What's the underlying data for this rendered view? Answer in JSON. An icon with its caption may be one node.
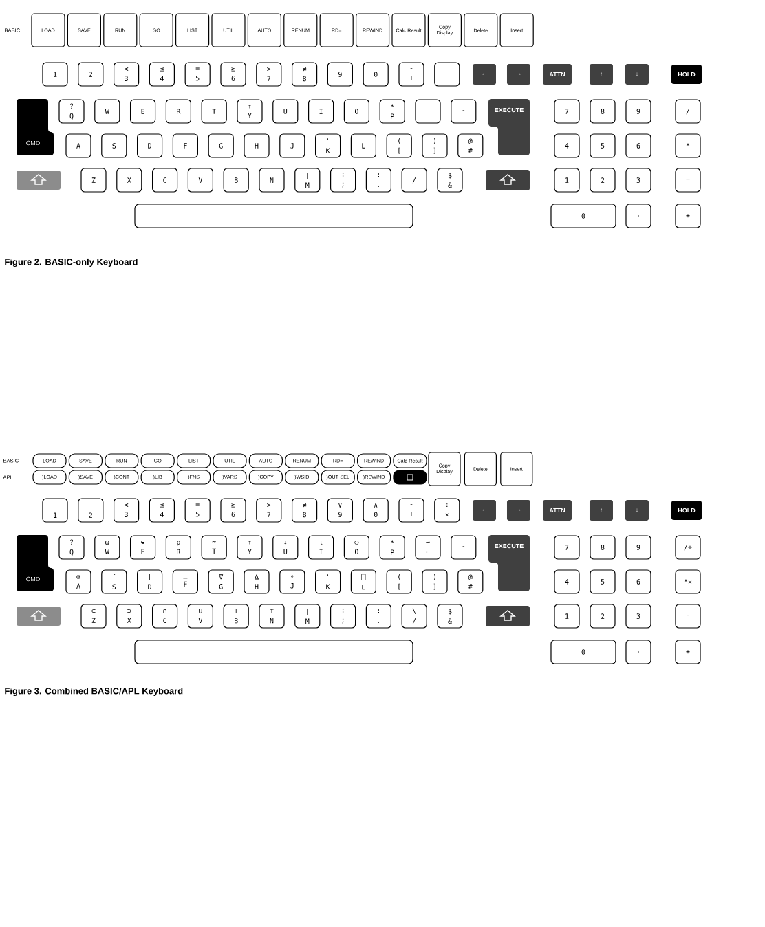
{
  "diagram": {
    "nodes": [
      {
        "text": [
          "LOAD"
        ]
      },
      {
        "text": [
          "SAVE"
        ]
      },
      {
        "text": [
          "RUN"
        ]
      },
      {
        "text": [
          "GO"
        ]
      },
      {
        "text": [
          "LIST"
        ]
      },
      {
        "text": [
          "UTIL"
        ]
      },
      {
        "text": [
          "AUTO"
        ]
      },
      {
        "text": [
          "RENUM"
        ]
      },
      {
        "text": [
          "RD="
        ]
      },
      {
        "text": [
          "REWIND"
        ]
      },
      {
        "text": [
          "Calc Result"
        ]
      },
      {
        "text": [
          "Copy Display"
        ]
      },
      {
        "text": [
          "Delete"
        ]
      },
      {
        "text": [
          "Insert"
        ]
      },
      {
        "text": [
          "1"
        ]
      },
      {
        "text": [
          "2"
        ]
      },
      {
        "text": [
          "<",
          "3"
        ]
      },
      {
        "text": [
          "≤",
          "4"
        ]
      },
      {
        "text": [
          "=",
          "5"
        ]
      },
      {
        "text": [
          "≥",
          "6"
        ]
      },
      {
        "text": [
          ">",
          "7"
        ]
      },
      {
        "text": [
          "≠",
          "8"
        ]
      },
      {
        "text": [
          "9"
        ]
      },
      {
        "text": [
          "0"
        ]
      },
      {
        "text": [
          "-",
          "+"
        ]
      },
      {
        "text": [],
        "shape": "box"
      },
      {
        "text": [
          "←"
        ]
      },
      {
        "text": [
          "→"
        ]
      },
      {
        "text": [
          "ATTN"
        ]
      },
      {
        "text": [
          "↑"
        ]
      },
      {
        "text": [
          "↓"
        ]
      },
      {
        "text": [
          "HOLD"
        ]
      },
      {
        "text": [
          "CMD"
        ]
      },
      {
        "text": [
          "?",
          "Q"
        ]
      },
      {
        "text": [
          "W"
        ]
      },
      {
        "text": [
          "E"
        ]
      },
      {
        "text": [
          "R"
        ]
      },
      {
        "text": [
          "T"
        ]
      },
      {
        "text": [
          "↑",
          "Y"
        ]
      },
      {
        "text": [
          "U"
        ]
      },
      {
        "text": [
          "I"
        ]
      },
      {
        "text": [
          "O"
        ]
      },
      {
        "text": [
          "*",
          "P"
        ]
      },
      {
        "text": [],
        "shape": "box"
      },
      {
        "text": [
          "-"
        ]
      },
      {
        "text": [
          "EXECUTE"
        ]
      },
      {
        "text": [
          "7"
        ]
      },
      {
        "text": [
          "8"
        ]
      },
      {
        "text": [
          "9"
        ]
      },
      {
        "text": [
          "/"
        ]
      },
      {
        "text": [
          "A"
        ]
      },
      {
        "text": [
          "S"
        ]
      },
      {
        "text": [
          "D"
        ]
      },
      {
        "text": [
          "F"
        ]
      },
      {
        "text": [
          "G"
        ]
      },
      {
        "text": [
          "H"
        ]
      },
      {
        "text": [
          "J"
        ]
      },
      {
        "text": [
          "'",
          "K"
        ]
      },
      {
        "text": [
          "L"
        ]
      },
      {
        "text": [
          "(",
          "["
        ]
      },
      {
        "text": [
          ")",
          "]"
        ]
      },
      {
        "text": [
          "@",
          "#"
        ]
      },
      {
        "text": [
          "4"
        ]
      },
      {
        "text": [
          "5"
        ]
      },
      {
        "text": [
          "6"
        ]
      },
      {
        "text": [
          "*"
        ]
      },
      {
        "text": [],
        "shape": "box"
      },
      {
        "text": [
          "Z"
        ]
      },
      {
        "text": [
          "X"
        ]
      },
      {
        "text": [
          "C"
        ]
      },
      {
        "text": [
          "V"
        ]
      },
      {
        "text": [
          "B"
        ]
      },
      {
        "text": [
          "N"
        ]
      },
      {
        "text": [
          "|",
          "M"
        ]
      },
      {
        "text": [
          ":",
          ";"
        ]
      },
      {
        "text": [
          ":",
          "."
        ]
      },
      {
        "text": [
          "/"
        ]
      },
      {
        "text": [
          "$",
          "&"
        ]
      },
      {
        "text": [],
        "shape": "box"
      },
      {
        "text": [
          "1"
        ]
      },
      {
        "text": [
          "2"
        ]
      },
      {
        "text": [
          "3"
        ]
      },
      {
        "text": [
          "−"
        ]
      },
      {
        "text": [],
        "shape": "box"
      },
      {
        "text": [
          "0"
        ]
      },
      {
        "text": [
          "."
        ]
      },
      {
        "text": [
          "+"
        ]
      },
      {
        "text": [
          "LOAD"
        ]
      },
      {
        "text": [
          "SAVE"
        ]
      },
      {
        "text": [
          "RUN"
        ]
      },
      {
        "text": [
          "GO"
        ]
      },
      {
        "text": [
          "LIST"
        ]
      },
      {
        "text": [
          "UTIL"
        ]
      },
      {
        "text": [
          "AUTO"
        ]
      },
      {
        "text": [
          "RENUM"
        ]
      },
      {
        "text": [
          "RD="
        ]
      },
      {
        "text": [
          "REWIND"
        ]
      },
      {
        "text": [
          "Calc Result"
        ]
      },
      {
        "text": [
          "Copy Display"
        ]
      },
      {
        "text": [
          "Delete"
        ]
      },
      {
        "text": [
          "Insert"
        ]
      },
      {
        "text": [
          ")LOAD"
        ]
      },
      {
        "text": [
          ")SAVE"
        ]
      },
      {
        "text": [
          ")CONT"
        ]
      },
      {
        "text": [
          ")LIB"
        ]
      },
      {
        "text": [
          ")FNS"
        ]
      },
      {
        "text": [
          ")VARS"
        ]
      },
      {
        "text": [
          ")COPY"
        ]
      },
      {
        "text": [
          ")WSID"
        ]
      },
      {
        "text": [
          ")OUT SEL"
        ]
      },
      {
        "text": [
          ")REWIND"
        ]
      },
      {
        "text": [],
        "shape": "box"
      },
      {
        "text": [
          "¨",
          "1"
        ]
      },
      {
        "text": [
          "¯",
          "2"
        ]
      },
      {
        "text": [
          "<",
          "3"
        ]
      },
      {
        "text": [
          "≤",
          "4"
        ]
      },
      {
        "text": [
          "=",
          "5"
        ]
      },
      {
        "text": [
          "≥",
          "6"
        ]
      },
      {
        "text": [
          ">",
          "7"
        ]
      },
      {
        "text": [
          "≠",
          "8"
        ]
      },
      {
        "text": [
          "∨",
          "9"
        ]
      },
      {
        "text": [
          "∧",
          "0"
        ]
      },
      {
        "text": [
          "-",
          "+"
        ]
      },
      {
        "text": [
          "÷",
          "×"
        ]
      },
      {
        "text": [
          "←"
        ]
      },
      {
        "text": [
          "→"
        ]
      },
      {
        "text": [
          "ATTN"
        ]
      },
      {
        "text": [
          "↑"
        ]
      },
      {
        "text": [
          "↓"
        ]
      },
      {
        "text": [
          "HOLD"
        ]
      },
      {
        "text": [
          "CMD"
        ]
      },
      {
        "text": [
          "?",
          "Q"
        ]
      },
      {
        "text": [
          "⍵",
          "W"
        ]
      },
      {
        "text": [
          "∊",
          "E"
        ]
      },
      {
        "text": [
          "⍴",
          "R"
        ]
      },
      {
        "text": [
          "~",
          "T"
        ]
      },
      {
        "text": [
          "↑",
          "Y"
        ]
      },
      {
        "text": [
          "↓",
          "U"
        ]
      },
      {
        "text": [
          "⍳",
          "I"
        ]
      },
      {
        "text": [
          "○",
          "O"
        ]
      },
      {
        "text": [
          "*",
          "P"
        ]
      },
      {
        "text": [
          "→",
          "←"
        ]
      },
      {
        "text": [
          "-"
        ]
      },
      {
        "text": [
          "EXECUTE"
        ]
      },
      {
        "text": [
          "7"
        ]
      },
      {
        "text": [
          "8"
        ]
      },
      {
        "text": [
          "9"
        ]
      },
      {
        "text": [
          "/÷"
        ]
      },
      {
        "text": [
          "⍺",
          "A"
        ]
      },
      {
        "text": [
          "⌈",
          "S"
        ]
      },
      {
        "text": [
          "⌊",
          "D"
        ]
      },
      {
        "text": [
          "_",
          "F"
        ]
      },
      {
        "text": [
          "∇",
          "G"
        ]
      },
      {
        "text": [
          "∆",
          "H"
        ]
      },
      {
        "text": [
          "∘",
          "J"
        ]
      },
      {
        "text": [
          "'",
          "K"
        ]
      },
      {
        "text": [
          "⎕",
          "L"
        ]
      },
      {
        "text": [
          "(",
          "["
        ]
      },
      {
        "text": [
          ")",
          "]"
        ]
      },
      {
        "text": [
          "@",
          "#"
        ]
      },
      {
        "text": [
          "4"
        ]
      },
      {
        "text": [
          "5"
        ]
      },
      {
        "text": [
          "6"
        ]
      },
      {
        "text": [
          "*×"
        ]
      },
      {
        "text": [],
        "shape": "box"
      },
      {
        "text": [
          "⊂",
          "Z"
        ]
      },
      {
        "text": [
          "⊃",
          "X"
        ]
      },
      {
        "text": [
          "∩",
          "C"
        ]
      },
      {
        "text": [
          "∪",
          "V"
        ]
      },
      {
        "text": [
          "⊥",
          "B"
        ]
      },
      {
        "text": [
          "⊤",
          "N"
        ]
      },
      {
        "text": [
          "|",
          "M"
        ]
      },
      {
        "text": [
          ":",
          ";"
        ]
      },
      {
        "text": [
          ":",
          "."
        ]
      },
      {
        "text": [
          "\\",
          "/"
        ]
      },
      {
        "text": [
          "$",
          "&"
        ]
      },
      {
        "text": [],
        "shape": "box"
      },
      {
        "text": [
          "1"
        ]
      },
      {
        "text": [
          "2"
        ]
      },
      {
        "text": [
          "3"
        ]
      },
      {
        "text": [
          "−"
        ]
      },
      {
        "text": [],
        "shape": "box"
      },
      {
        "text": [
          "0"
        ]
      },
      {
        "text": [
          "."
        ]
      },
      {
        "text": [
          "+"
        ]
      }
    ],
    "labels": [
      "BASIC",
      "Figure 2.  BASIC-only Keyboard",
      "BASIC",
      "APL",
      "Figure 3.  Combined BASIC/APL Keyboard"
    ]
  }
}
